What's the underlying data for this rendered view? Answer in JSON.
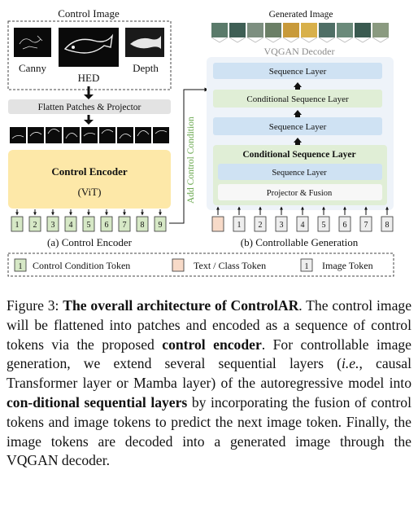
{
  "figure": {
    "control_image_title": "Control Image",
    "canny_label": "Canny",
    "hed_label": "HED",
    "depth_label": "Depth",
    "flatten_label": "Flatten Patches & Projector",
    "encoder_title": "Control Encoder",
    "encoder_sub": "(ViT)",
    "encoder_tokens": [
      "1",
      "2",
      "3",
      "4",
      "5",
      "6",
      "7",
      "8",
      "9"
    ],
    "left_caption": "(a) Control Encoder",
    "add_condition": "Add Control Condition",
    "generated_title": "Generated Image",
    "vqgan_label": "VQGAN Decoder",
    "seq_layer": "Sequence Layer",
    "cond_seq_layer": "Conditional Sequence Layer",
    "cond_seq_layer_bold": "Conditional Sequence Layer",
    "inner_seq_layer": "Sequence Layer",
    "projector_fusion": "Projector & Fusion",
    "gen_tokens": [
      "1",
      "2",
      "3",
      "4",
      "5",
      "6",
      "7",
      "8"
    ],
    "right_caption": "(b) Controllable Generation",
    "legend": {
      "control_token": "Control Condition Token",
      "text_token": "Text / Class Token",
      "image_token": "Image Token",
      "swatch_1": "1",
      "swatch_2": "1"
    },
    "colors": {
      "control_token": "#d6e8c6",
      "text_token": "#f7dac8",
      "image_token": "#eeeeee",
      "encoder_fill": "#fde8a8",
      "seq_layer": "#cfe2f3",
      "cond_layer": "#e0eed6",
      "panel_bg": "#eef3f9",
      "green_text": "#6aa84f"
    }
  },
  "caption": {
    "fig_label": "Figure 3: ",
    "title_bold": "The overall architecture of ControlAR",
    "t1": ". The control image will be flattened into patches and encoded as a sequence of control tokens via the proposed ",
    "b1": "control encoder",
    "t2": ". For controllable image generation, we extend several sequential layers (",
    "ie": "i.e.",
    "t3": ", causal Transformer layer or Mamba layer) of the autoregressive model into ",
    "b2": "con-ditional sequential layers",
    "t4": " by incorporating the fusion of control tokens and image tokens to predict the next image token. Finally, the image tokens are decoded into a generated image through the VQGAN decoder."
  }
}
